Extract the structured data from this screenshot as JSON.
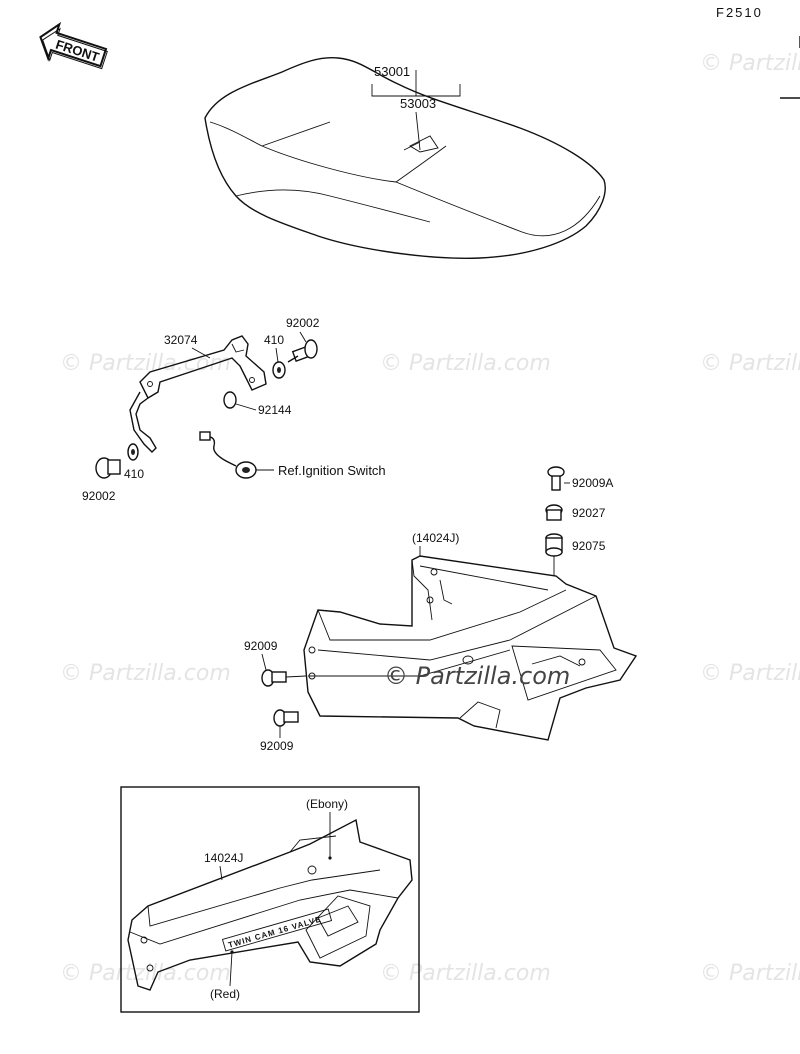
{
  "page_code": "F2510",
  "front_arrow": {
    "label": "FRONT"
  },
  "watermark": {
    "text": "© Partzilla.com"
  },
  "parts": {
    "seat_assy": "53001",
    "seat_cover": "53003",
    "bracket": "32074",
    "bolt_upper": "92002",
    "washer_upper": "410",
    "collar": "92144",
    "bolt_lower": "92002",
    "washer_lower": "410",
    "ignition_ref": "Ref.Ignition Switch",
    "screw_top": "92009A",
    "collar_top": "92027",
    "damper": "92075",
    "side_cover_ref": "(14024J)",
    "screw_mid": "92009",
    "screw_low": "92009",
    "inset_cover": "14024J",
    "color_ebony": "(Ebony)",
    "color_red": "(Red)"
  },
  "inset_text": {
    "emblem": "TWIN CAM 16 VALVE"
  }
}
